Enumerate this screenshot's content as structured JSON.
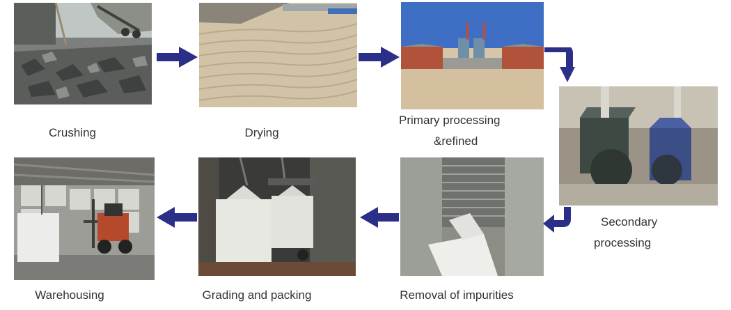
{
  "diagram": {
    "accent_color": "#2b2f88",
    "steps": [
      {
        "name": "crushing",
        "label_lines": [
          "Crushing"
        ]
      },
      {
        "name": "drying",
        "label_lines": [
          "Drying"
        ]
      },
      {
        "name": "primary-processing",
        "label_lines": [
          "Primary processing",
          "&refined"
        ]
      },
      {
        "name": "secondary-processing",
        "label_lines": [
          "Secondary",
          "processing"
        ]
      },
      {
        "name": "removal-of-impurities",
        "label_lines": [
          "Removal of impurities"
        ]
      },
      {
        "name": "grading-and-packing",
        "label_lines": [
          "Grading and packing"
        ]
      },
      {
        "name": "warehousing",
        "label_lines": [
          "Warehousing"
        ]
      }
    ]
  }
}
